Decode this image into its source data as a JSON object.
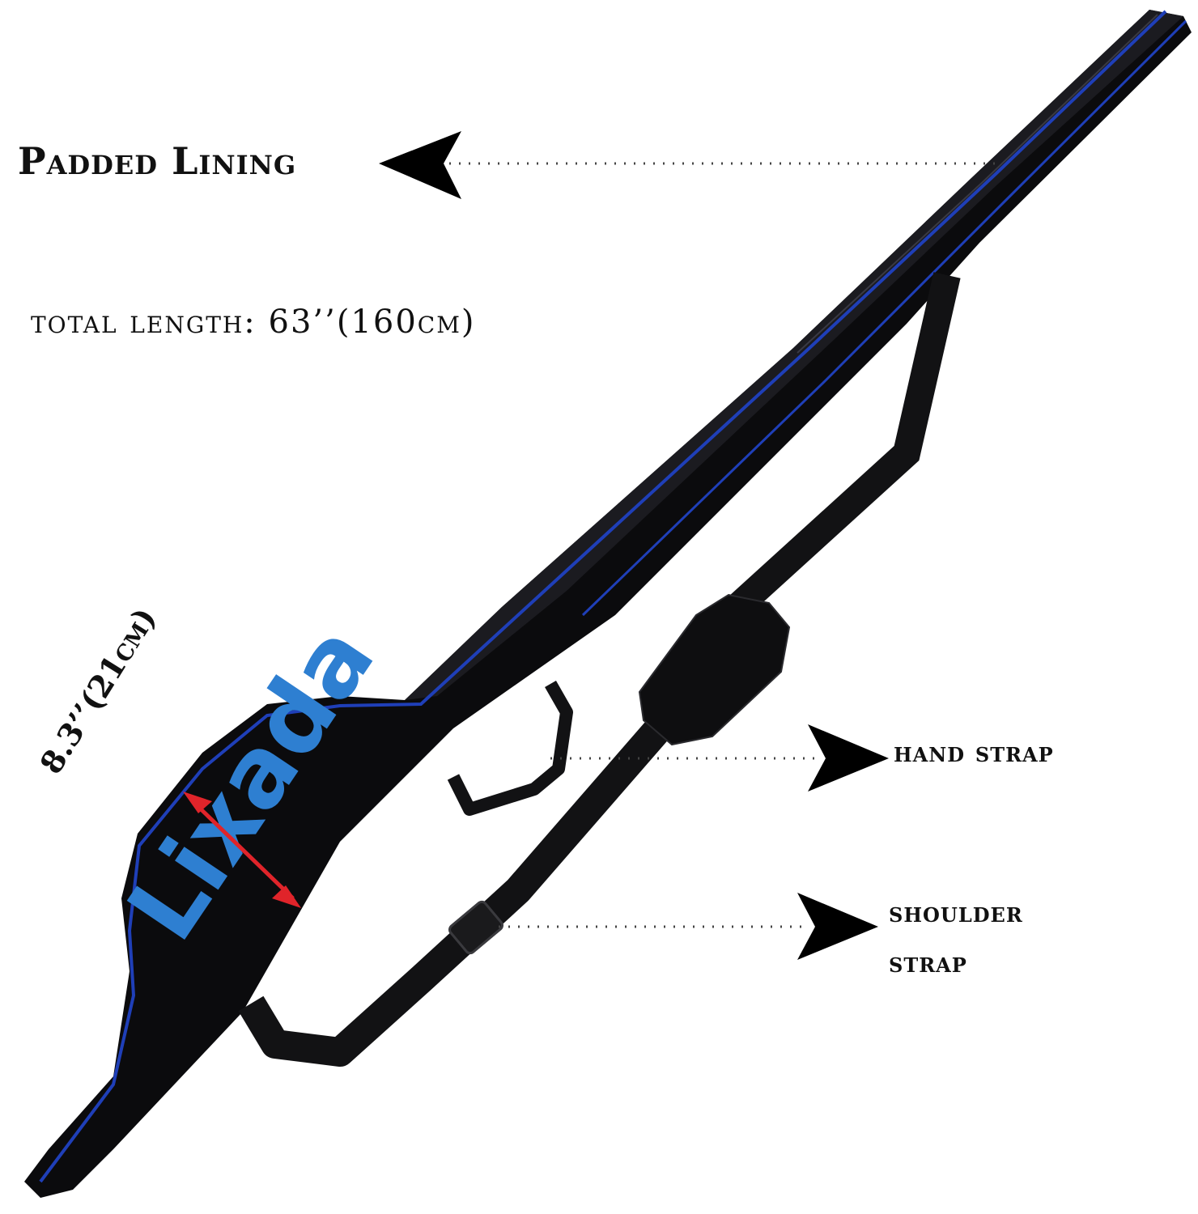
{
  "brand": {
    "logo_text": "Lixada",
    "logo_color": "#2e7fd1"
  },
  "colors": {
    "bag_body": "#0b0b0d",
    "piping": "#1f3fb8",
    "width_arrow": "#e0242a",
    "callout_text": "#111111"
  },
  "callouts": {
    "padded_lining": "Padded Lining",
    "total_length": "total length: 63’’(160cm)",
    "width": "8.3’’(21cm)",
    "hand_strap": "hand strap",
    "shoulder_strap_line1": "shoulder",
    "shoulder_strap_line2": "strap"
  },
  "icons": [
    "pointer-arrow-left-icon",
    "pointer-arrow-right-icon",
    "double-arrow-icon"
  ]
}
